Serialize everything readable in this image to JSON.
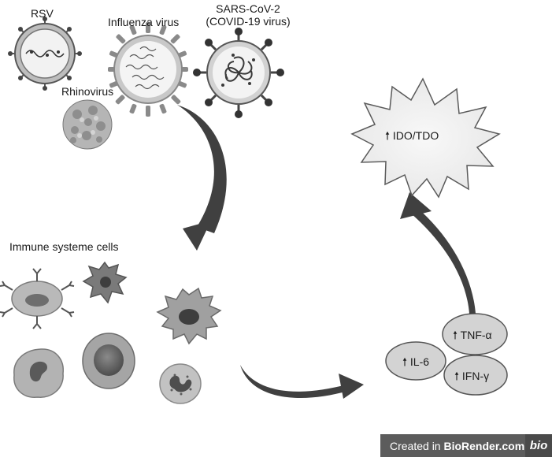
{
  "viruses": {
    "rsv": "RSV",
    "rhinovirus": "Rhinovirus",
    "influenza": "Influenza virus",
    "sars_line1": "SARS-CoV-2",
    "sars_line2": "(COVID-19 virus)"
  },
  "immune": {
    "title": "Immune systeme cells"
  },
  "cytokines": {
    "il6": "IL-6",
    "tnf": "TNF-α",
    "ifn": "IFN-γ"
  },
  "enzyme": {
    "label": "IDO/TDO"
  },
  "up_arrow": "🠕",
  "banner": {
    "prefix": "Created in ",
    "brand": "BioRender.com",
    "logo": "bio"
  }
}
